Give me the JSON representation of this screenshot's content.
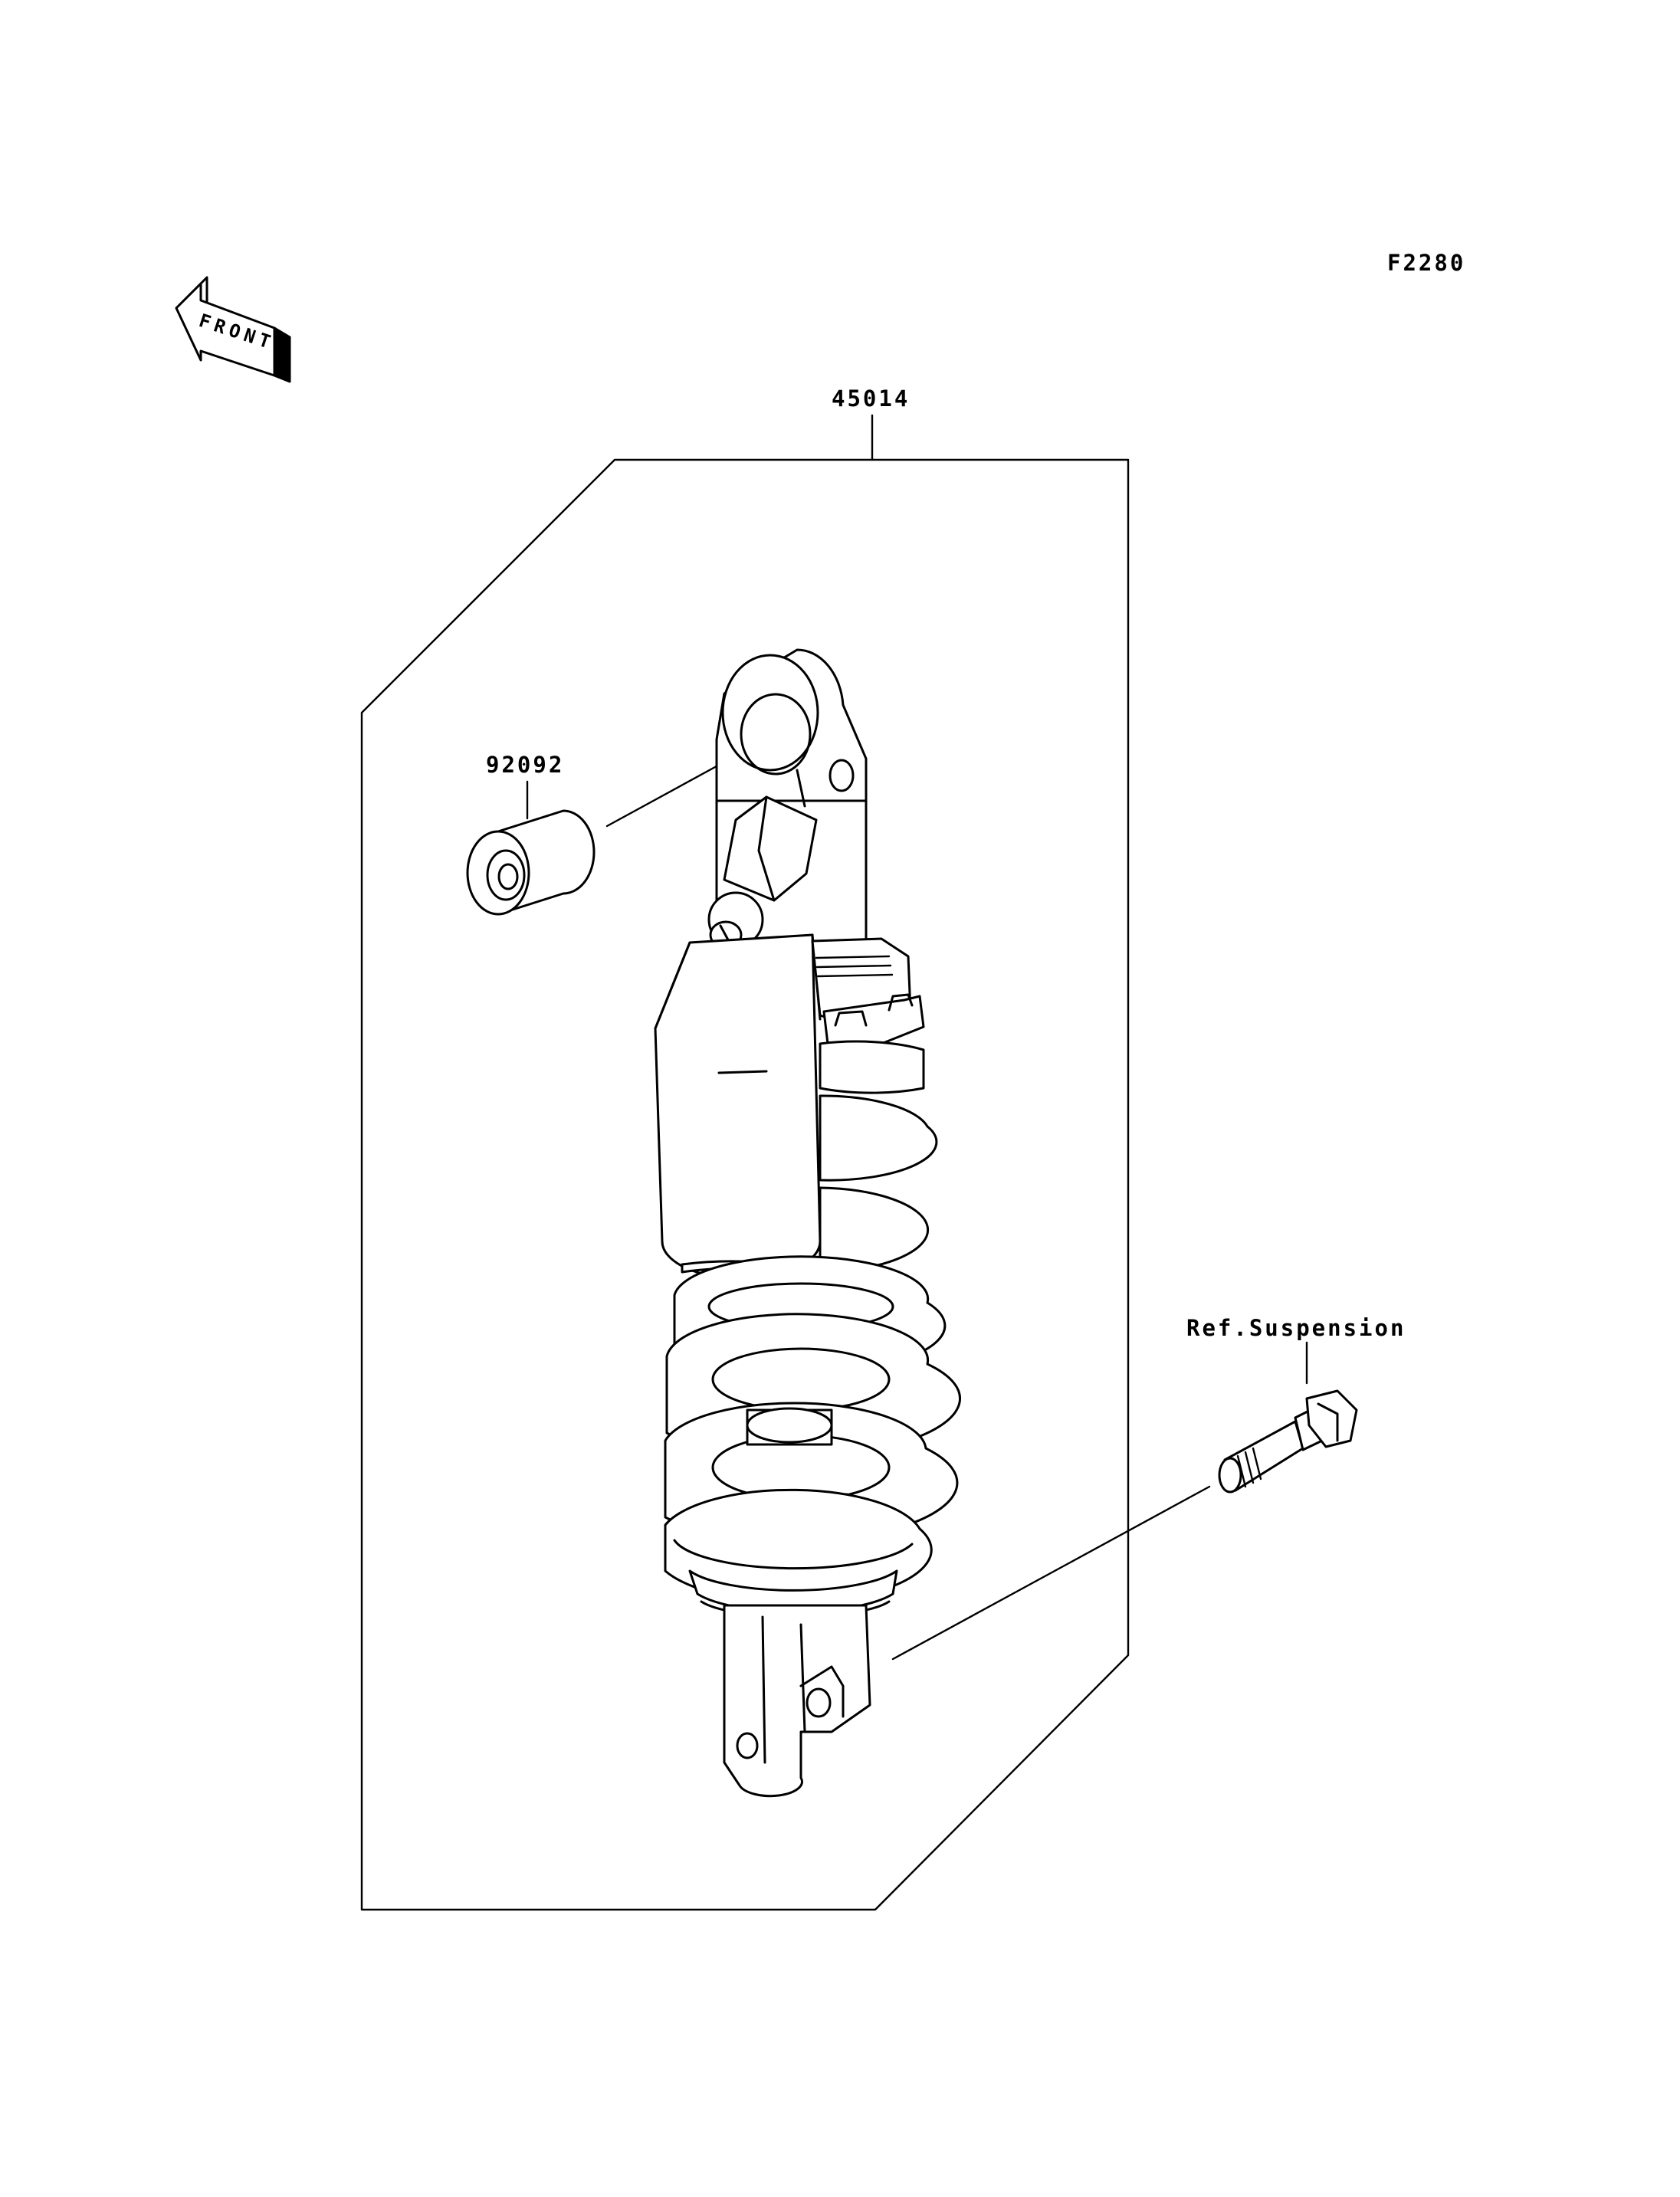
{
  "figure_id": "F2280",
  "front_arrow": {
    "text": "FRONT"
  },
  "callouts": {
    "shock_absorber": "45014",
    "collar": "92092",
    "bolt_reference": "Ref.Suspension"
  },
  "line_color": "#000000",
  "background_color": "#ffffff"
}
